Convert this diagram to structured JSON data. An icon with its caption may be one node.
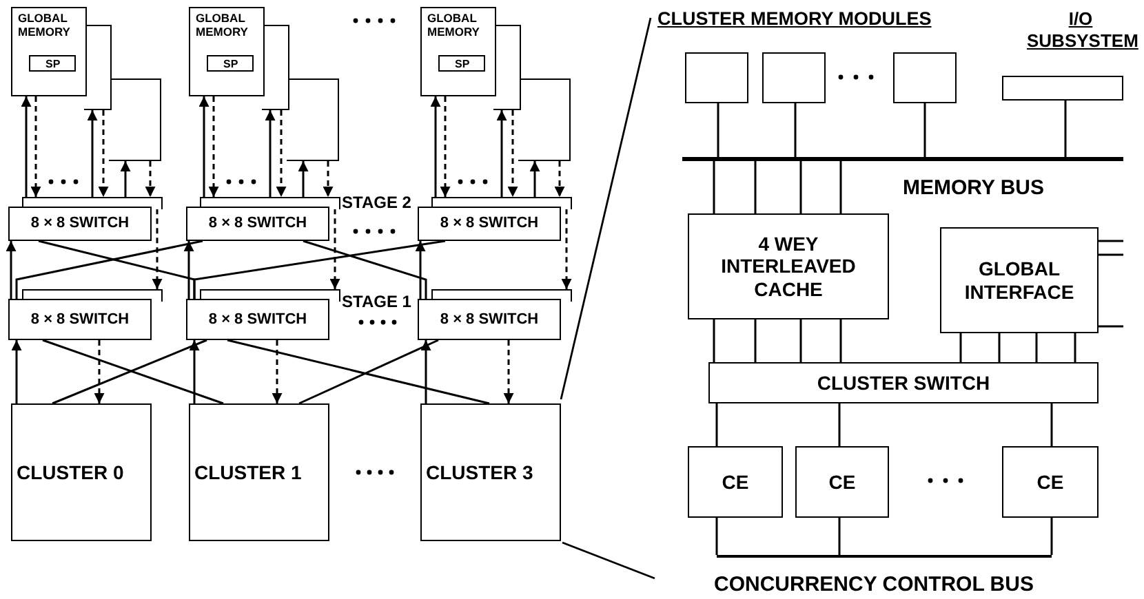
{
  "diagram": {
    "nodes": [
      {
        "text": [
          "GLOBAL MEMORY"
        ]
      },
      {
        "text": [
          "SP"
        ],
        "in": 0
      },
      {
        "text": [],
        "shape": "box"
      },
      {
        "text": [],
        "shape": "box"
      },
      {
        "text": [
          "GLOBAL MEMORY"
        ]
      },
      {
        "text": [
          "SP"
        ],
        "in": 4
      },
      {
        "text": [],
        "shape": "box"
      },
      {
        "text": [],
        "shape": "box"
      },
      {
        "text": [
          "GLOBAL MEMORY"
        ]
      },
      {
        "text": [
          "SP"
        ],
        "in": 8
      },
      {
        "text": [],
        "shape": "box"
      },
      {
        "text": [],
        "shape": "box"
      },
      {
        "text": [
          "8 × 8 SWITCH"
        ]
      },
      {
        "text": [],
        "shape": "box"
      },
      {
        "text": [
          "8 × 8 SWITCH"
        ]
      },
      {
        "text": [],
        "shape": "box"
      },
      {
        "text": [
          "8 × 8 SWITCH"
        ]
      },
      {
        "text": [],
        "shape": "box"
      },
      {
        "text": [
          "8 × 8 SWITCH"
        ]
      },
      {
        "text": [],
        "shape": "box"
      },
      {
        "text": [
          "8 × 8 SWITCH"
        ]
      },
      {
        "text": [],
        "shape": "box"
      },
      {
        "text": [
          "8 × 8 SWITCH"
        ]
      },
      {
        "text": [],
        "shape": "box"
      },
      {
        "text": [
          "CLUSTER 0"
        ]
      },
      {
        "text": [
          "CLUSTER 1"
        ]
      },
      {
        "text": [
          "CLUSTER 3"
        ]
      },
      {
        "text": [],
        "shape": "box"
      },
      {
        "text": [],
        "shape": "box"
      },
      {
        "text": [],
        "shape": "box"
      },
      {
        "text": [],
        "shape": "box"
      },
      {
        "text": [],
        "shape": "bar",
        "beside": [
          "MEMORY BUS"
        ]
      },
      {
        "text": [
          "4 WEY INTERLEAVED CACHE"
        ]
      },
      {
        "text": [
          "GLOBAL INTERFACE"
        ]
      },
      {
        "text": [
          "CLUSTER SWITCH"
        ]
      },
      {
        "text": [
          "CE"
        ]
      },
      {
        "text": [
          "CE"
        ]
      },
      {
        "text": [
          "CE"
        ]
      },
      {
        "text": [],
        "shape": "bar",
        "beside": [
          "CONCURRENCY CONTROL BUS"
        ]
      }
    ],
    "edges": [
      {
        "from": 13,
        "to": 0,
        "arrow": "to"
      },
      {
        "from": 0,
        "to": 13,
        "arrow": "to",
        "style": "dashed"
      },
      {
        "from": 13,
        "to": 2,
        "arrow": "to"
      },
      {
        "from": 2,
        "to": 13,
        "arrow": "to",
        "style": "dashed"
      },
      {
        "from": 13,
        "to": 3,
        "arrow": "to"
      },
      {
        "from": 3,
        "to": 13,
        "arrow": "to",
        "style": "dashed"
      },
      {
        "from": 15,
        "to": 4,
        "arrow": "to"
      },
      {
        "from": 4,
        "to": 15,
        "arrow": "to",
        "style": "dashed"
      },
      {
        "from": 15,
        "to": 6,
        "arrow": "to"
      },
      {
        "from": 6,
        "to": 15,
        "arrow": "to",
        "style": "dashed"
      },
      {
        "from": 15,
        "to": 7,
        "arrow": "to"
      },
      {
        "from": 7,
        "to": 15,
        "arrow": "to",
        "style": "dashed"
      },
      {
        "from": 17,
        "to": 8,
        "arrow": "to"
      },
      {
        "from": 8,
        "to": 17,
        "arrow": "to",
        "style": "dashed"
      },
      {
        "from": 17,
        "to": 10,
        "arrow": "to"
      },
      {
        "from": 10,
        "to": 17,
        "arrow": "to",
        "style": "dashed"
      },
      {
        "from": 17,
        "to": 11,
        "arrow": "to"
      },
      {
        "from": 11,
        "to": 17,
        "arrow": "to",
        "style": "dashed"
      },
      {
        "from": 18,
        "to": 12,
        "arrow": "to"
      },
      {
        "from": 13,
        "to": 19,
        "arrow": "to",
        "style": "dashed"
      },
      {
        "from": 20,
        "to": 14,
        "arrow": "to"
      },
      {
        "from": 15,
        "to": 21,
        "arrow": "to",
        "style": "dashed"
      },
      {
        "from": 22,
        "to": 16,
        "arrow": "to"
      },
      {
        "from": 17,
        "to": 23,
        "arrow": "to",
        "style": "dashed"
      },
      {
        "from": 12,
        "to": 20,
        "arrow": "none"
      },
      {
        "from": 14,
        "to": 18,
        "arrow": "none"
      },
      {
        "from": 14,
        "to": 22,
        "arrow": "none"
      },
      {
        "from": 16,
        "to": 20,
        "arrow": "none"
      },
      {
        "from": 24,
        "to": 18,
        "arrow": "to"
      },
      {
        "from": 18,
        "to": 24,
        "arrow": "to",
        "style": "dashed"
      },
      {
        "from": 25,
        "to": 20,
        "arrow": "to"
      },
      {
        "from": 20,
        "to": 25,
        "arrow": "to",
        "style": "dashed"
      },
      {
        "from": 26,
        "to": 22,
        "arrow": "to"
      },
      {
        "from": 22,
        "to": 26,
        "arrow": "to",
        "style": "dashed"
      },
      {
        "from": 18,
        "to": 25,
        "arrow": "none"
      },
      {
        "from": 20,
        "to": 24,
        "arrow": "none"
      },
      {
        "from": 20,
        "to": 26,
        "arrow": "none"
      },
      {
        "from": 22,
        "to": 25,
        "arrow": "none"
      },
      {
        "from": 27,
        "to": 31,
        "arrow": "none"
      },
      {
        "from": 28,
        "to": 31,
        "arrow": "none"
      },
      {
        "from": 29,
        "to": 31,
        "arrow": "none"
      },
      {
        "from": 30,
        "to": 31,
        "arrow": "none"
      },
      {
        "from": 31,
        "to": 32,
        "arrow": "none"
      },
      {
        "from": 31,
        "to": 32,
        "arrow": "none"
      },
      {
        "from": 31,
        "to": 32,
        "arrow": "none"
      },
      {
        "from": 31,
        "to": 32,
        "arrow": "none"
      },
      {
        "from": 32,
        "to": 34,
        "arrow": "none"
      },
      {
        "from": 32,
        "to": 34,
        "arrow": "none"
      },
      {
        "from": 32,
        "to": 34,
        "arrow": "none"
      },
      {
        "from": 32,
        "to": 34,
        "arrow": "none"
      },
      {
        "from": 33,
        "to": 34,
        "arrow": "none"
      },
      {
        "from": 33,
        "to": 34,
        "arrow": "none"
      },
      {
        "from": 33,
        "to": 34,
        "arrow": "none"
      },
      {
        "from": 33,
        "to": 34,
        "arrow": "none"
      },
      {
        "from": 33,
        "to": null,
        "arrow": "none"
      },
      {
        "from": 33,
        "to": null,
        "arrow": "none"
      },
      {
        "from": 33,
        "to": null,
        "arrow": "none"
      },
      {
        "from": 34,
        "to": 35,
        "arrow": "none"
      },
      {
        "from": 34,
        "to": 36,
        "arrow": "none"
      },
      {
        "from": 34,
        "to": 37,
        "arrow": "none"
      },
      {
        "from": 35,
        "to": 38,
        "arrow": "none"
      },
      {
        "from": 36,
        "to": 38,
        "arrow": "none"
      },
      {
        "from": 37,
        "to": 38,
        "arrow": "none"
      }
    ],
    "labels": [
      "STAGE 2",
      "STAGE 1",
      "CLUSTER MEMORY MODULES",
      "I/O SUBSYSTEM"
    ]
  }
}
